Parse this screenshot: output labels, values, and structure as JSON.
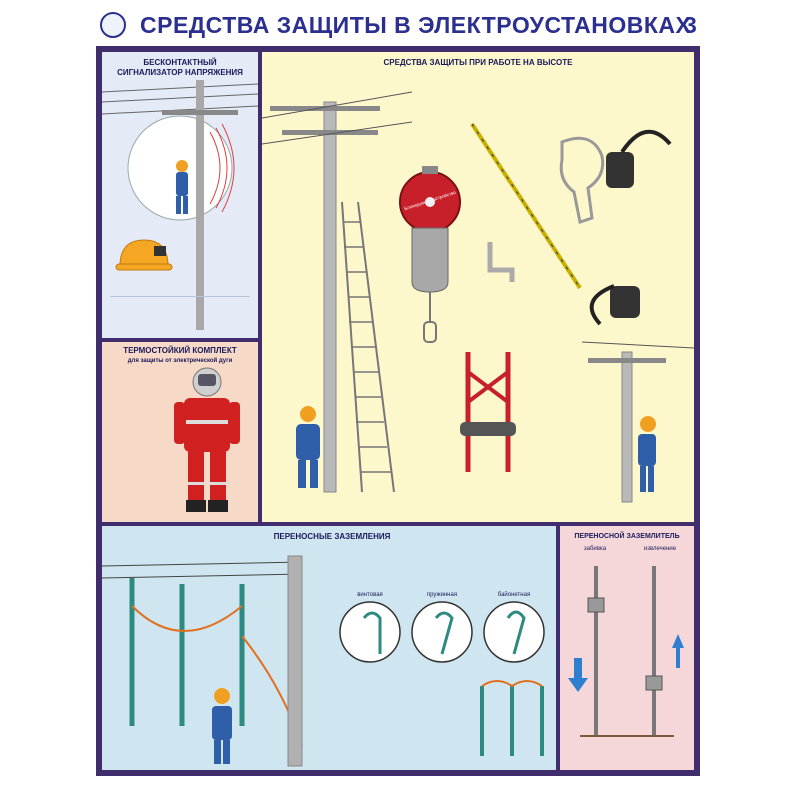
{
  "header": {
    "title": "СРЕДСТВА ЗАЩИТЫ В ЭЛЕКТРОУСТАНОВКАХ",
    "page_number": "3"
  },
  "panels": {
    "signaler": {
      "title_line1": "БЕСКОНТАКТНЫЙ",
      "title_line2": "СИГНАЛИЗАТОР НАПРЯЖЕНИЯ"
    },
    "thermo": {
      "title_line1": "ТЕРМОСТОЙКИЙ КОМПЛЕКТ",
      "title_line2": "для защиты от электрической дуги"
    },
    "height": {
      "title": "СРЕДСТВА ЗАЩИТЫ ПРИ РАБОТЕ НА ВЫСОТЕ",
      "device_label": "Блокирующее устройство"
    },
    "grounding": {
      "title": "ПЕРЕНОСНЫЕ ЗАЗЕМЛЕНИЯ",
      "clamp_types": [
        "винтовая",
        "пружинная",
        "байонетная"
      ]
    },
    "rod": {
      "title": "ПЕРЕНОСНОЙ ЗАЗЕМЛИТЕЛЬ",
      "col1": "забивка",
      "col2": "извлечение"
    }
  },
  "colors": {
    "frame": "#3f2d6e",
    "panel_yellow": "#fdf7cc",
    "panel_blue": "#cfe6f0",
    "panel_pink": "#f7d9c8",
    "panel_pink2": "#f6d7d9",
    "title_blue": "#2b2f8f",
    "warning_red": "#c0122b"
  }
}
